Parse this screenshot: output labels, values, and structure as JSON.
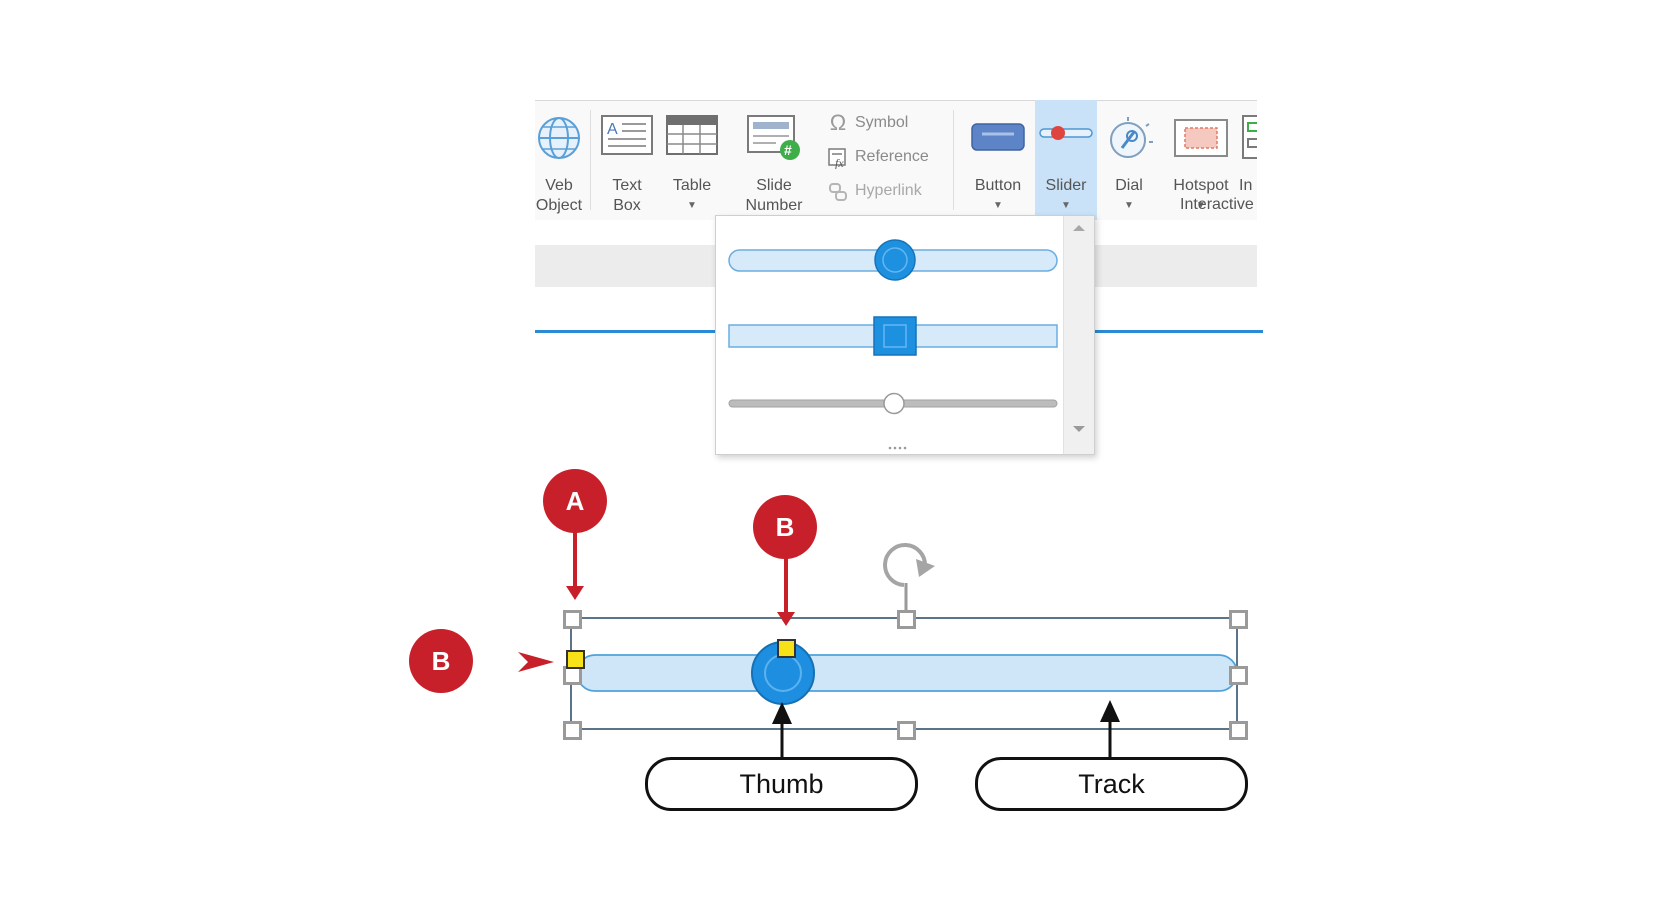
{
  "ribbon": {
    "web_object": {
      "line1": "Veb",
      "line2": "Object"
    },
    "text_box": {
      "line1": "Text",
      "line2": "Box"
    },
    "table": {
      "label": "Table"
    },
    "slide_number": {
      "line1": "Slide",
      "line2": "Number"
    },
    "symbol": "Symbol",
    "reference": "Reference",
    "hyperlink": "Hyperlink",
    "button": "Button",
    "slider": "Slider",
    "dial": "Dial",
    "hotspot": "Hotspot",
    "input_partial": "In",
    "group_label": "Interactive",
    "dropdown_glyph": "▼"
  },
  "gallery": {
    "styles": [
      "round-thumb-slider",
      "square-thumb-slider",
      "thin-track-slider"
    ]
  },
  "diagram": {
    "badge_a": "A",
    "badge_b_top": "B",
    "badge_b_left": "B",
    "thumb_label": "Thumb",
    "track_label": "Track"
  },
  "colors": {
    "accent_blue": "#2a8ad4",
    "track_fill": "#cfe6f8",
    "badge_red": "#c8202a",
    "handle_yellow": "#f7e21a",
    "selected_bg": "#c9e2f7"
  }
}
